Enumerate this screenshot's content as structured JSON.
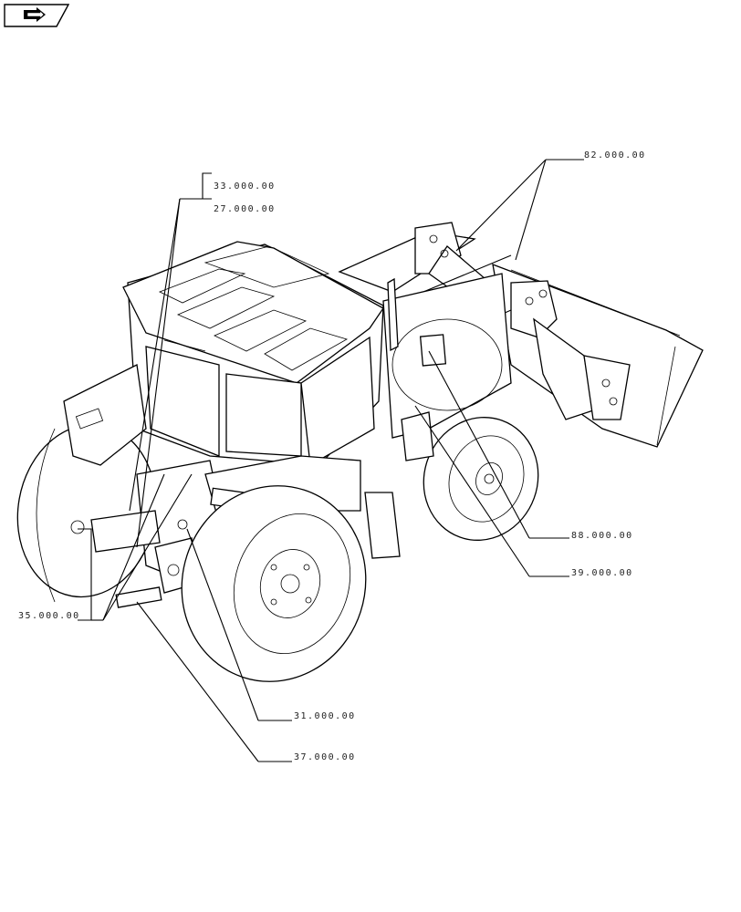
{
  "nav": {
    "icon": "next-page-arrow-icon"
  },
  "callouts": {
    "c33": "33.000.00",
    "c27": "27.000.00",
    "c82": "82.000.00",
    "c88": "88.000.00",
    "c39": "39.000.00",
    "c35": "35.000.00",
    "c31": "31.000.00",
    "c37": "37.000.00"
  }
}
